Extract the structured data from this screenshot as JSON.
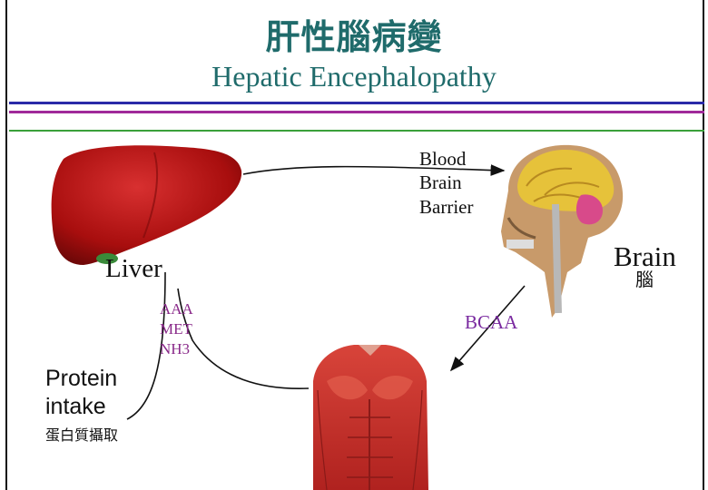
{
  "title": {
    "zh": "肝性腦病變",
    "en": "Hepatic Encephalopathy"
  },
  "labels": {
    "blood_brain_barrier": "Blood\nBrain\nBarrier",
    "brain": "Brain",
    "brain_zh": "腦",
    "liver": "Liver",
    "amino_acids": "AAA\nMET\nNH3",
    "bcaa": "BCAA",
    "protein_intake": "Protein\nintake",
    "protein_intake_zh": "蛋白質攝取"
  },
  "colors": {
    "title": "#1f6b6b",
    "rule_blue": "#2a2aa8",
    "rule_purple": "#a02a9a",
    "rule_green": "#3aa03a",
    "liver": "#b01010",
    "muscle": "#c8322e",
    "amino_text": "#8a2a8a",
    "bcaa_text": "#7a2aa0"
  },
  "icons": [
    "liver-illustration",
    "brain-skull-illustration",
    "muscle-torso-illustration"
  ]
}
